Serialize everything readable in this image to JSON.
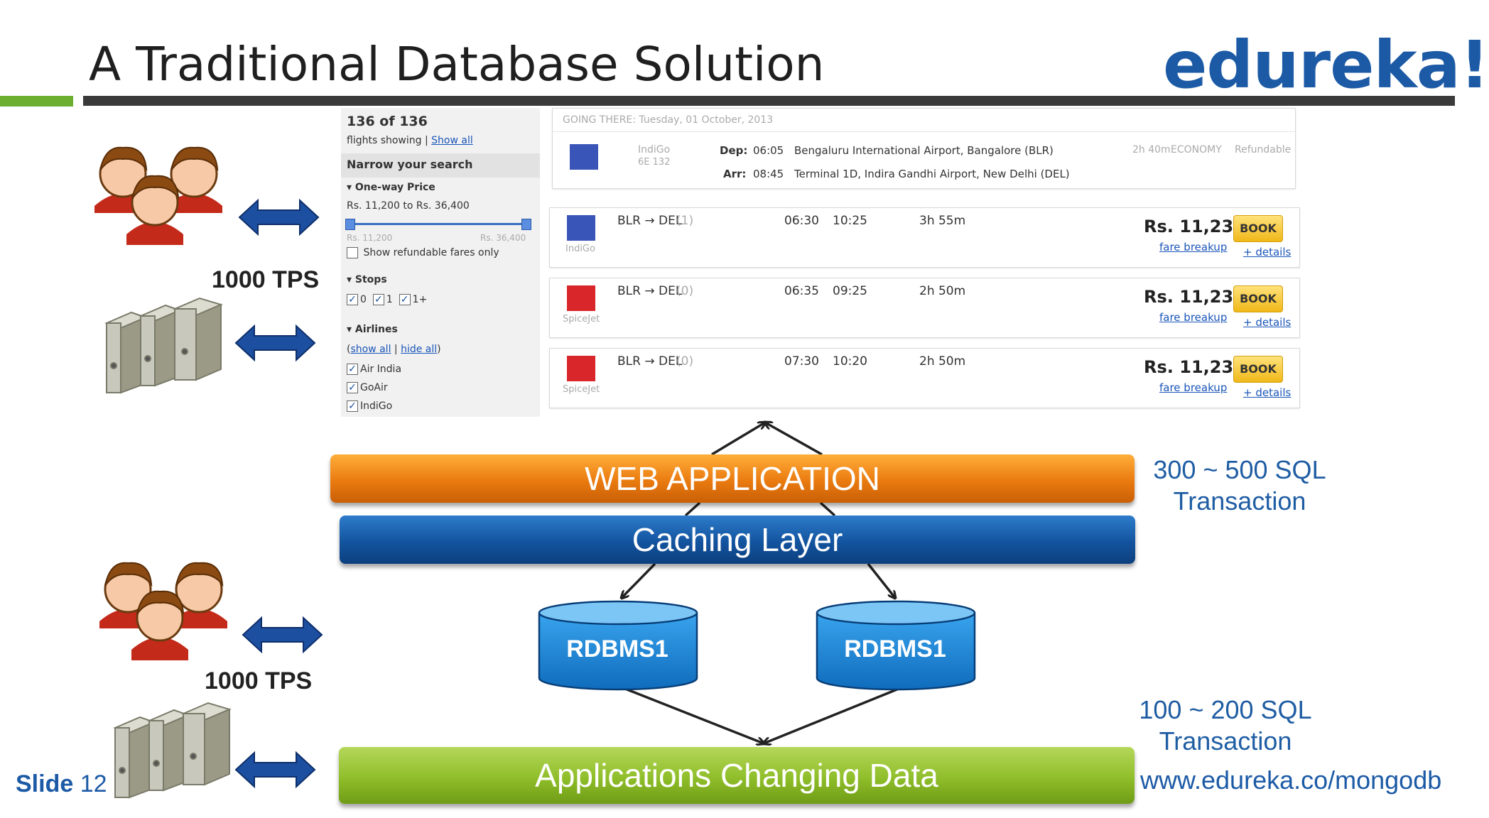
{
  "slide": {
    "title": "A Traditional Database Solution",
    "logo": "edureka!",
    "slide_label": "Slide",
    "slide_number": "12",
    "url": "www.edureka.co/mongodb"
  },
  "left_top": {
    "tps": "1000 TPS"
  },
  "left_bottom": {
    "tps": "1000 TPS"
  },
  "layers": {
    "web": "WEB APPLICATION",
    "cache": "Caching Layer",
    "apps": "Applications Changing Data"
  },
  "databases": [
    "RDBMS1",
    "RDBMS1"
  ],
  "notes": {
    "top_line1": "300 ~ 500 SQL",
    "top_line2": "Transaction",
    "bottom_line1": "100 ~ 200 SQL",
    "bottom_line2": "Transaction"
  },
  "screenshot": {
    "count": "136 of 136",
    "flights_showing": "flights showing |",
    "show_all": "Show all",
    "narrow": "Narrow your search",
    "price_header": "One-way Price",
    "price_range": "Rs. 11,200 to Rs. 36,400",
    "slider_min": "Rs. 11,200",
    "slider_max": "Rs. 36,400",
    "refundable": "Show refundable fares only",
    "stops_header": "Stops",
    "stops": [
      "0",
      "1",
      "1+"
    ],
    "airlines_header": "Airlines",
    "show_all_airlines": "show all",
    "hide_all_airlines": "hide all",
    "airlines": [
      "Air India",
      "GoAir",
      "IndiGo"
    ],
    "going_there": "GOING THERE: Tuesday, 01 October, 2013",
    "detail": {
      "airline": "IndiGo",
      "flight": "6E 132",
      "dep_label": "Dep:",
      "dep_time": "06:05",
      "dep_place": "Bengaluru International Airport, Bangalore (BLR)",
      "arr_label": "Arr:",
      "arr_time": "08:45",
      "arr_place": "Terminal 1D, Indira Gandhi Airport, New Delhi (DEL)",
      "duration": "2h 40m",
      "class": "ECONOMY",
      "refund": "Refundable"
    },
    "flights": [
      {
        "airline": "IndiGo",
        "route": "BLR → DEL",
        "stops": "(1)",
        "dep": "06:30",
        "arr": "10:25",
        "dur": "3h 55m",
        "price": "Rs. 11,236",
        "book": "BOOK",
        "fare": "fare breakup",
        "details": "+ details",
        "color": "#3a55b8"
      },
      {
        "airline": "SpiceJet",
        "route": "BLR → DEL",
        "stops": "(0)",
        "dep": "06:35",
        "arr": "09:25",
        "dur": "2h 50m",
        "price": "Rs. 11,236",
        "book": "BOOK",
        "fare": "fare breakup",
        "details": "+ details",
        "color": "#d8262a"
      },
      {
        "airline": "SpiceJet",
        "route": "BLR → DEL",
        "stops": "(0)",
        "dep": "07:30",
        "arr": "10:20",
        "dur": "2h 50m",
        "price": "Rs. 11,236",
        "book": "BOOK",
        "fare": "fare breakup",
        "details": "+ details",
        "color": "#d8262a"
      }
    ]
  },
  "icons": [
    "users-group-icon",
    "servers-icon",
    "double-arrow-icon",
    "database-icon"
  ],
  "colors": {
    "accent_blue": "#1c5aa6",
    "web_orange": "#ea7b10",
    "cache_blue": "#13549f",
    "apps_green": "#8fbe2a",
    "db_blue": "#1e86d4"
  }
}
